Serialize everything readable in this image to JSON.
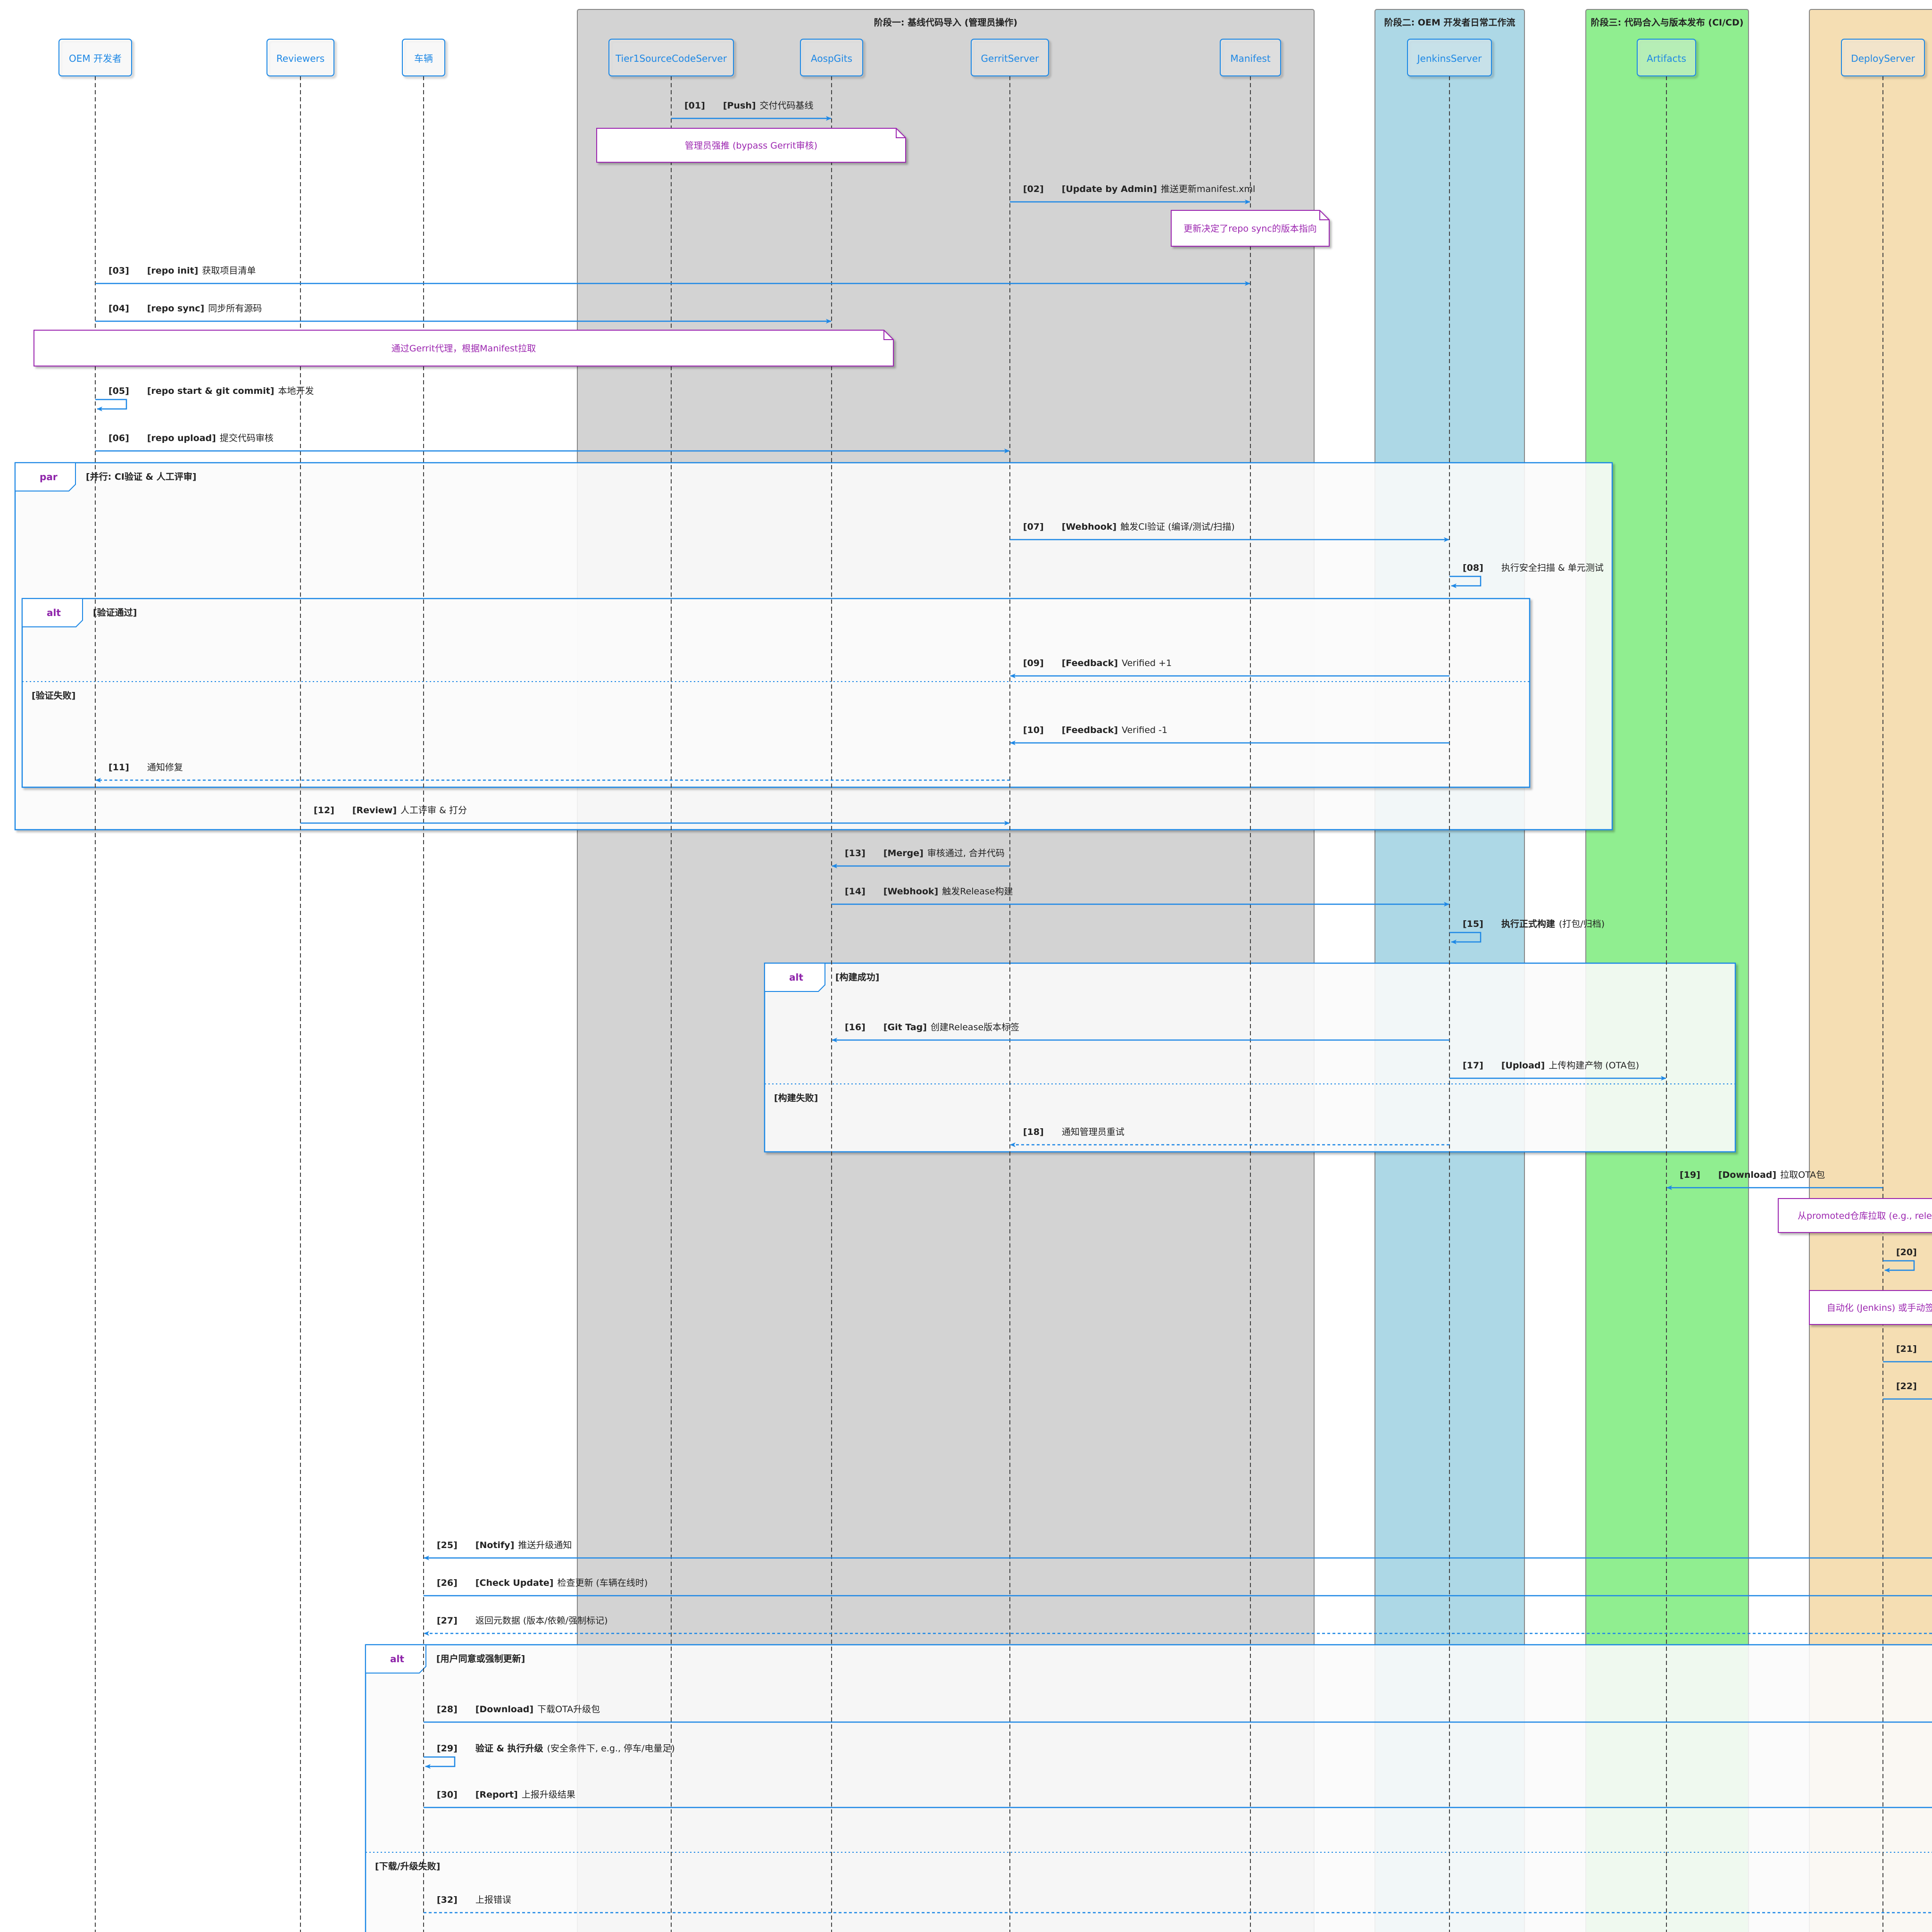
{
  "colors": {
    "arrow": "#1e88e5",
    "note_text": "#9c27b0",
    "participant_text": "#1e88e5",
    "group1_bg": "#d3d3d3",
    "group2_bg": "#add8e6",
    "group3_bg": "#90ee90",
    "group4_bg": "#f5deb3",
    "frame_keyword": "#8e24aa"
  },
  "groups": [
    {
      "id": "g1",
      "title": "阶段一: 基线代码导入 (管理员操作)"
    },
    {
      "id": "g2",
      "title": "阶段二: OEM 开发者日常工作流"
    },
    {
      "id": "g3",
      "title": "阶段三: 代码合入与版本发布 (CI/CD)"
    },
    {
      "id": "g4",
      "title": ""
    }
  ],
  "participants": [
    {
      "id": "oem",
      "label": "OEM 开发者"
    },
    {
      "id": "rev",
      "label": "Reviewers"
    },
    {
      "id": "veh",
      "label": "车辆"
    },
    {
      "id": "t1",
      "label": "Tier1SourceCodeServer"
    },
    {
      "id": "aosp",
      "label": "AospGits"
    },
    {
      "id": "gerrit",
      "label": "GerritServer"
    },
    {
      "id": "mani",
      "label": "Manifest"
    },
    {
      "id": "jenk",
      "label": "JenkinsServer"
    },
    {
      "id": "art",
      "label": "Artifacts"
    },
    {
      "id": "dep",
      "label": "DeployServer"
    }
  ],
  "messages": [
    {
      "num": "[01]",
      "bold": "[Push]",
      "text": "交付代码基线",
      "from": "t1",
      "to": "aosp",
      "dashed": false
    },
    {
      "num": "[02]",
      "bold": "[Update by Admin]",
      "text": "推送更新manifest.xml",
      "from": "gerrit",
      "to": "mani",
      "dashed": false
    },
    {
      "num": "[03]",
      "bold": "[repo init]",
      "text": "获取项目清单",
      "from": "oem",
      "to": "mani",
      "dashed": false
    },
    {
      "num": "[04]",
      "bold": "[repo sync]",
      "text": "同步所有源码",
      "from": "oem",
      "to": "aosp",
      "dashed": false
    },
    {
      "num": "[05]",
      "bold": "[repo start & git commit]",
      "text": "本地开发",
      "from": "oem",
      "to": "oem",
      "dashed": false
    },
    {
      "num": "[06]",
      "bold": "[repo upload]",
      "text": "提交代码审核",
      "from": "oem",
      "to": "gerrit",
      "dashed": false
    },
    {
      "num": "[07]",
      "bold": "[Webhook]",
      "text": "触发CI验证 (编译/测试/扫描)",
      "from": "gerrit",
      "to": "jenk",
      "dashed": false
    },
    {
      "num": "[08]",
      "bold": "",
      "text": "执行安全扫描 & 单元测试",
      "from": "jenk",
      "to": "jenk",
      "dashed": false
    },
    {
      "num": "[09]",
      "bold": "[Feedback]",
      "text": "Verified +1",
      "from": "jenk",
      "to": "gerrit",
      "dashed": false
    },
    {
      "num": "[10]",
      "bold": "[Feedback]",
      "text": "Verified -1",
      "from": "jenk",
      "to": "gerrit",
      "dashed": false
    },
    {
      "num": "[11]",
      "bold": "",
      "text": "通知修复",
      "from": "gerrit",
      "to": "oem",
      "dashed": true
    },
    {
      "num": "[12]",
      "bold": "[Review]",
      "text": "人工评审 & 打分",
      "from": "rev",
      "to": "gerrit",
      "dashed": false
    },
    {
      "num": "[13]",
      "bold": "[Merge]",
      "text": "审核通过, 合并代码",
      "from": "gerrit",
      "to": "aosp",
      "dashed": false
    },
    {
      "num": "[14]",
      "bold": "[Webhook]",
      "text": "触发Release构建",
      "from": "aosp",
      "to": "jenk",
      "dashed": false
    },
    {
      "num": "[15]",
      "bold": "执行正式构建",
      "text": "(打包/归档)",
      "from": "jenk",
      "to": "jenk",
      "dashed": false
    },
    {
      "num": "[16]",
      "bold": "[Git Tag]",
      "text": "创建Release版本标签",
      "from": "jenk",
      "to": "aosp",
      "dashed": false
    },
    {
      "num": "[17]",
      "bold": "[Upload]",
      "text": "上传构建产物 (OTA包)",
      "from": "jenk",
      "to": "art",
      "dashed": false
    },
    {
      "num": "[18]",
      "bold": "",
      "text": "通知管理员重试",
      "from": "jenk",
      "to": "gerrit",
      "dashed": true
    },
    {
      "num": "[19]",
      "bold": "[Download]",
      "text": "拉取OTA包",
      "from": "dep",
      "to": "art",
      "dashed": false
    },
    {
      "num": "[20]",
      "bold": "",
      "text": "",
      "from": "dep",
      "to": "dep",
      "dashed": false
    },
    {
      "num": "[21]",
      "bold": "",
      "text": "",
      "from": "dep",
      "to": "right",
      "dashed": false
    },
    {
      "num": "[22]",
      "bold": "",
      "text": "",
      "from": "dep",
      "to": "right",
      "dashed": false
    },
    {
      "num": "[25]",
      "bold": "[Notify]",
      "text": "推送升级通知",
      "from": "right",
      "to": "veh",
      "dashed": false
    },
    {
      "num": "[26]",
      "bold": "[Check Update]",
      "text": "检查更新 (车辆在线时)",
      "from": "veh",
      "to": "right",
      "dashed": false
    },
    {
      "num": "[27]",
      "bold": "",
      "text": "返回元数据 (版本/依赖/强制标记)",
      "from": "right",
      "to": "veh",
      "dashed": true
    },
    {
      "num": "[28]",
      "bold": "[Download]",
      "text": "下载OTA升级包",
      "from": "veh",
      "to": "right",
      "dashed": false
    },
    {
      "num": "[29]",
      "bold": "验证 & 执行升级",
      "text": "(安全条件下, e.g., 停车/电量足)",
      "from": "veh",
      "to": "veh",
      "dashed": false
    },
    {
      "num": "[30]",
      "bold": "[Report]",
      "text": "上报升级结果",
      "from": "veh",
      "to": "right",
      "dashed": false
    },
    {
      "num": "[32]",
      "bold": "",
      "text": "上报错误",
      "from": "veh",
      "to": "right",
      "dashed": true
    }
  ],
  "notes": [
    {
      "id": "n1",
      "text": "管理员强推 (bypass Gerrit审核)"
    },
    {
      "id": "n2",
      "text": "更新决定了repo sync的版本指向"
    },
    {
      "id": "n3",
      "text": "通过Gerrit代理，根据Manifest拉取"
    },
    {
      "id": "n4",
      "text": "从promoted仓库拉取 (e.g., release"
    },
    {
      "id": "n5",
      "text": "自动化 (Jenkins) 或手动签名"
    }
  ],
  "frames": [
    {
      "id": "f_par",
      "keyword": "par",
      "condition": "[并行: CI验证 & 人工评审]",
      "else_condition": ""
    },
    {
      "id": "f_alt1",
      "keyword": "alt",
      "condition": "[验证通过]",
      "else_condition": "[验证失败]"
    },
    {
      "id": "f_alt2",
      "keyword": "alt",
      "condition": "[构建成功]",
      "else_condition": "[构建失败]"
    },
    {
      "id": "f_alt3",
      "keyword": "alt",
      "condition": "[用户同意或强制更新]",
      "else_condition": "[下载/升级失败]"
    }
  ]
}
